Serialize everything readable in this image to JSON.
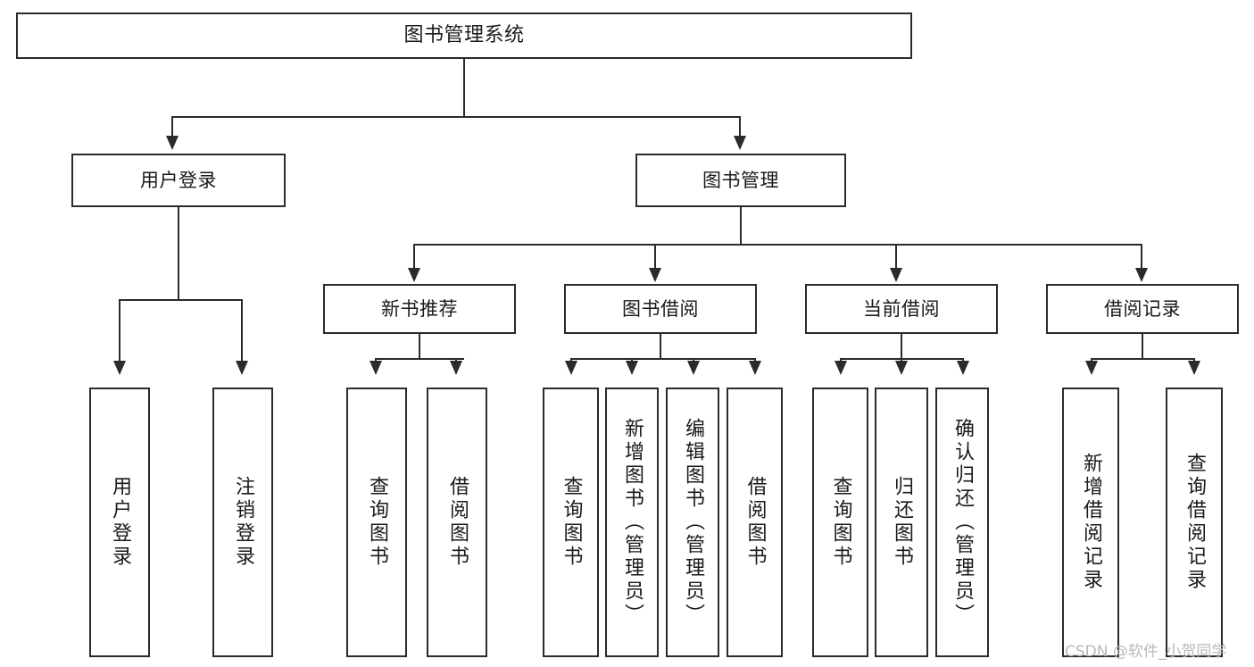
{
  "diagram": {
    "title": "图书管理系统",
    "type": "tree-hierarchy",
    "root": {
      "label": "图书管理系统"
    },
    "level2": [
      {
        "label": "用户登录"
      },
      {
        "label": "图书管理"
      }
    ],
    "level3": [
      {
        "label": "新书推荐"
      },
      {
        "label": "图书借阅"
      },
      {
        "label": "当前借阅"
      },
      {
        "label": "借阅记录"
      }
    ],
    "leaves": [
      {
        "label": "用户登录"
      },
      {
        "label": "注销登录"
      },
      {
        "label": "查询图书"
      },
      {
        "label": "借阅图书"
      },
      {
        "label": "查询图书"
      },
      {
        "label": "新增图书（管理员）"
      },
      {
        "label": "编辑图书（管理员）"
      },
      {
        "label": "借阅图书"
      },
      {
        "label": "查询图书"
      },
      {
        "label": "归还图书"
      },
      {
        "label": "确认归还（管理员）"
      },
      {
        "label": "新增借阅记录"
      },
      {
        "label": "查询借阅记录"
      }
    ]
  },
  "watermark": {
    "text": "CSDN @软件_小贺同学"
  },
  "colors": {
    "stroke": "#2b2b2b",
    "fill": "#ffffff",
    "text": "#1a1a1a",
    "watermark": "#b9b9b9"
  }
}
